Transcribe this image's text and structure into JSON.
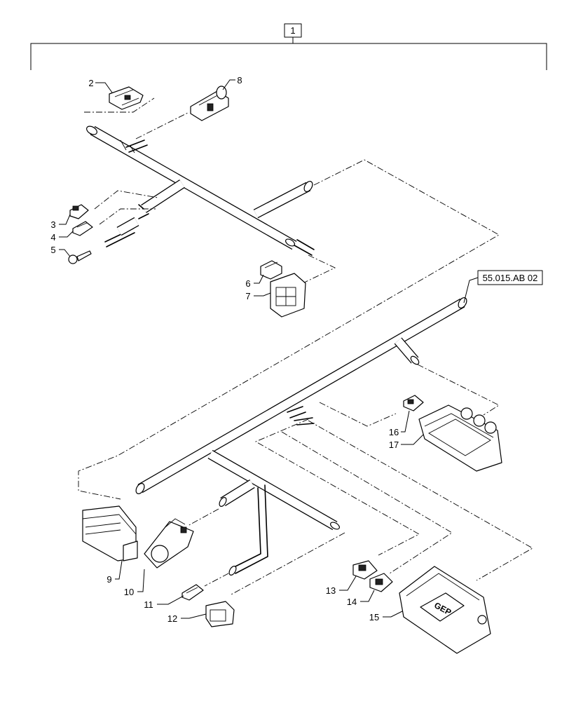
{
  "assembly": {
    "item_number": "1",
    "cross_reference": "55.015.AB 02"
  },
  "callouts": [
    {
      "id": "2",
      "label": "2"
    },
    {
      "id": "3",
      "label": "3"
    },
    {
      "id": "4",
      "label": "4"
    },
    {
      "id": "5",
      "label": "5"
    },
    {
      "id": "6",
      "label": "6"
    },
    {
      "id": "7",
      "label": "7"
    },
    {
      "id": "8",
      "label": "8"
    },
    {
      "id": "9",
      "label": "9"
    },
    {
      "id": "10",
      "label": "10"
    },
    {
      "id": "11",
      "label": "11"
    },
    {
      "id": "12",
      "label": "12"
    },
    {
      "id": "13",
      "label": "13"
    },
    {
      "id": "14",
      "label": "14"
    },
    {
      "id": "15",
      "label": "15"
    },
    {
      "id": "16",
      "label": "16"
    },
    {
      "id": "17",
      "label": "17"
    }
  ],
  "logo_text": "GEP",
  "colors": {
    "line": "#000000",
    "background": "#ffffff"
  }
}
